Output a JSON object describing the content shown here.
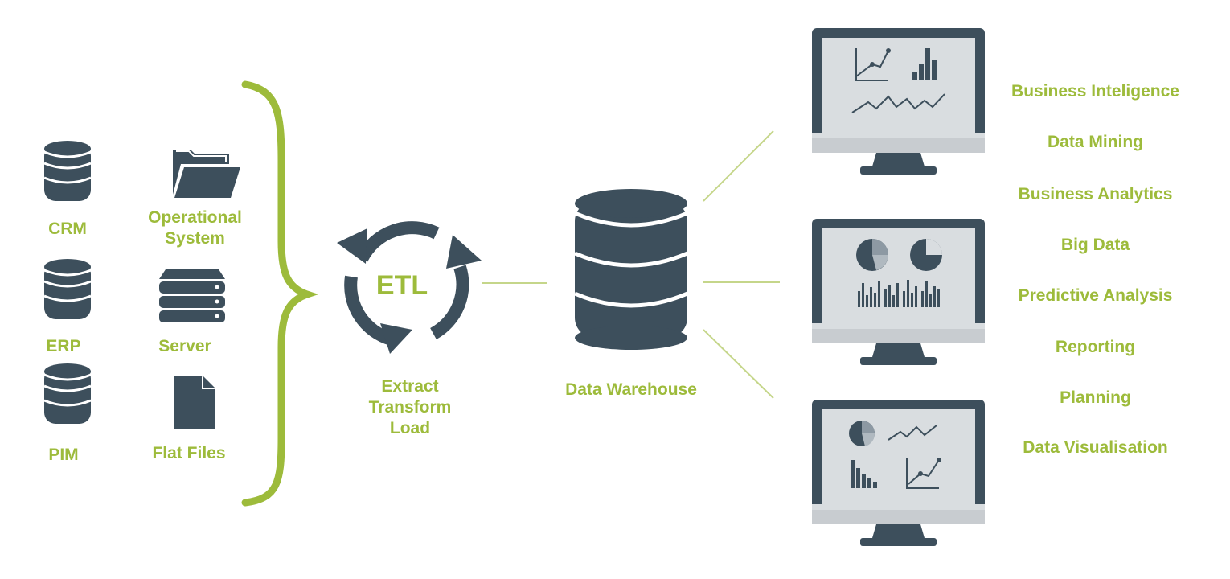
{
  "sources": {
    "crm": "CRM",
    "erp": "ERP",
    "pim": "PIM",
    "operational_line1": "Operational",
    "operational_line2": "System",
    "server": "Server",
    "flat_files": "Flat Files"
  },
  "etl": {
    "badge": "ETL",
    "line1": "Extract",
    "line2": "Transform",
    "line3": "Load"
  },
  "warehouse": {
    "label": "Data Warehouse"
  },
  "outputs": [
    "Business Inteligence",
    "Data Mining",
    "Business Analytics",
    "Big Data",
    "Predictive Analysis",
    "Reporting",
    "Planning",
    "Data Visualisation"
  ],
  "colors": {
    "accent": "#9dbb3b",
    "icon": "#3d4f5c",
    "screen_light": "#d9dde0",
    "connector": "#c5d68a"
  }
}
